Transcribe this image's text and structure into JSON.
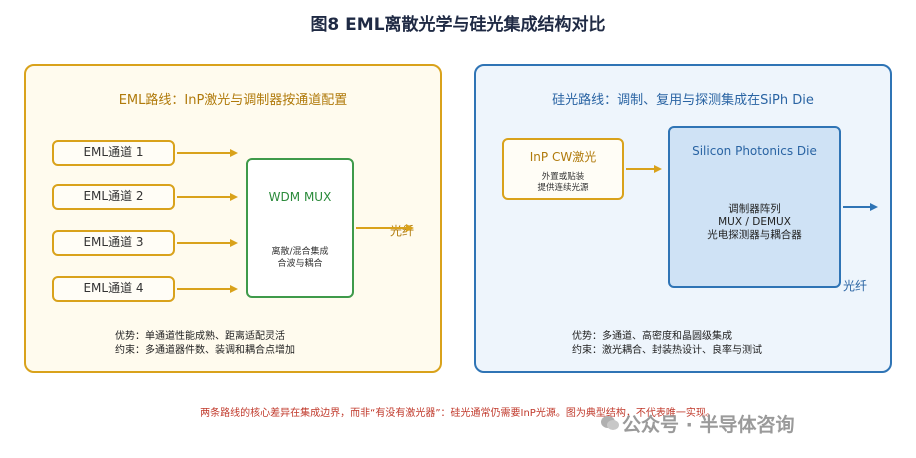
{
  "title": "图8  EML离散光学与硅光集成结构对比",
  "left_panel": {
    "heading": "EML路线：InP激光与调制器按通道配置",
    "channels": [
      "EML通道 1",
      "EML通道 2",
      "EML通道 3",
      "EML通道 4"
    ],
    "mux_title": "WDM MUX",
    "mux_lines": [
      "离散/混合集成",
      "合波与耦合"
    ],
    "fiber": "光纤",
    "notes": [
      "优势：单通道性能成熟、距离适配灵活",
      "约束：多通道器件数、装调和耦合点增加"
    ]
  },
  "right_panel": {
    "heading": "硅光路线：调制、复用与探测集成在SiPh Die",
    "laser_title": "InP CW激光",
    "laser_lines": [
      "外置或贴装",
      "提供连续光源"
    ],
    "die_title": "Silicon Photonics Die",
    "die_lines": [
      "调制器阵列",
      "MUX / DEMUX",
      "光电探测器与耦合器"
    ],
    "fiber": "光纤",
    "notes": [
      "优势：多通道、高密度和晶圆级集成",
      "约束：激光耦合、封装热设计、良率与测试"
    ]
  },
  "footnote": "两条路线的核心差异在集成边界，而非“有没有激光器”：硅光通常仍需要InP光源。图为典型结构，不代表唯一实现。",
  "watermark": "公众号 · 半导体咨询",
  "colors": {
    "gold": "#d9a21b",
    "blue": "#2f74b5",
    "green": "#3f9a4a",
    "red": "#c0392b"
  }
}
